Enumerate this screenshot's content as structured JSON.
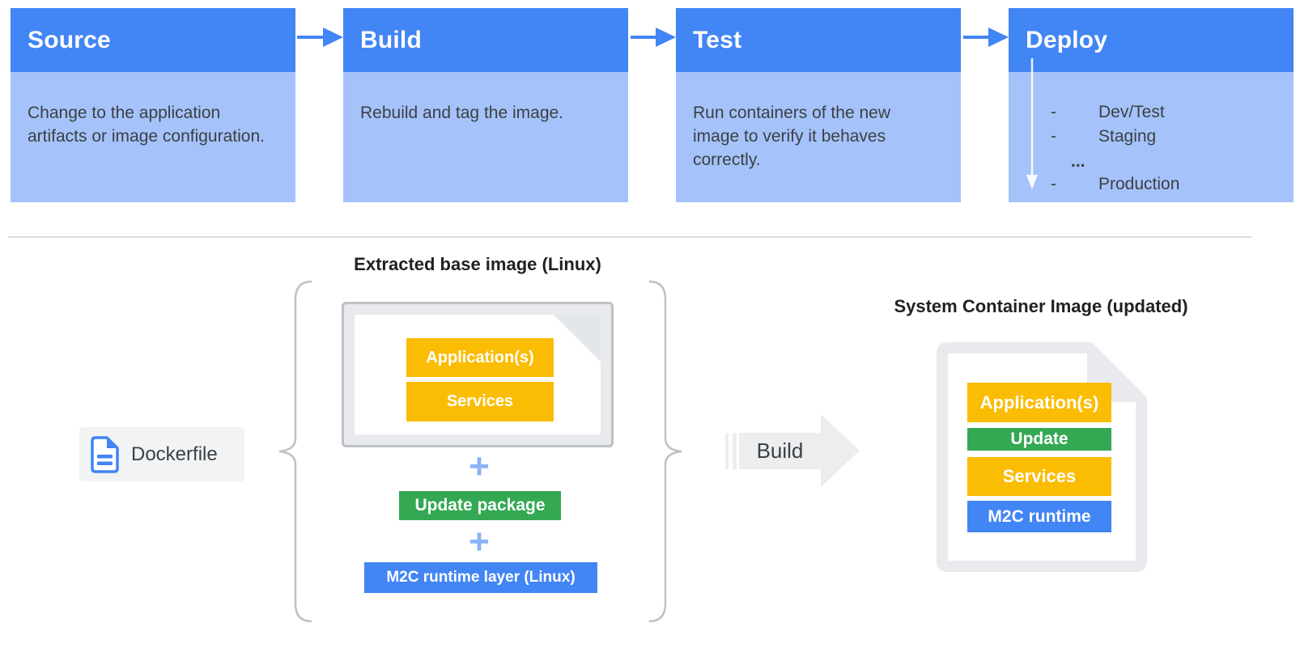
{
  "colors": {
    "stage_header_blue": "#4285F4",
    "stage_body_blue": "#A5C3FA",
    "arrow_blue": "#4285F4",
    "text_dark": "#3C4043",
    "title_black": "#202124",
    "layer_yellow": "#FBBC04",
    "layer_green": "#34A853",
    "layer_blue": "#4285F4",
    "plus_blue": "#8AB4F8",
    "doc_gray_fill": "#E8EAED",
    "doc_border_gray": "#BDC1C6",
    "divider_gray": "#DADCE0",
    "chip_gray": "#F1F3F4",
    "build_arrow_gray": "#ECEDEF"
  },
  "pipeline": {
    "stages": [
      {
        "title": "Source",
        "description": "Change to the application artifacts or image configuration."
      },
      {
        "title": "Build",
        "description": "Rebuild and tag the image."
      },
      {
        "title": "Test",
        "description": "Run containers of the new image to verify it behaves correctly."
      },
      {
        "title": "Deploy",
        "targets": [
          {
            "bullet": "-",
            "label": "Dev/Test"
          },
          {
            "bullet": "-",
            "label": "Staging"
          },
          {
            "bullet": "",
            "label": "..."
          },
          {
            "bullet": "-",
            "label": "Production"
          }
        ]
      }
    ]
  },
  "build_flow": {
    "dockerfile_label": "Dockerfile",
    "plus_label": "+",
    "base_image": {
      "title": "Extracted base image (Linux)",
      "layers": [
        {
          "label": "Application(s)",
          "color": "#FBBC04"
        },
        {
          "label": "Services",
          "color": "#FBBC04"
        }
      ]
    },
    "update_package": {
      "label": "Update package",
      "color": "#34A853"
    },
    "runtime_layer": {
      "label": "M2C runtime layer (Linux)",
      "color": "#4285F4"
    },
    "build_arrow_label": "Build",
    "result_image": {
      "title": "System Container Image (updated)",
      "layers": [
        {
          "label": "Application(s)",
          "color": "#FBBC04"
        },
        {
          "label": "Update",
          "color": "#34A853"
        },
        {
          "label": "Services",
          "color": "#FBBC04"
        },
        {
          "label": "M2C runtime",
          "color": "#4285F4"
        }
      ]
    }
  }
}
